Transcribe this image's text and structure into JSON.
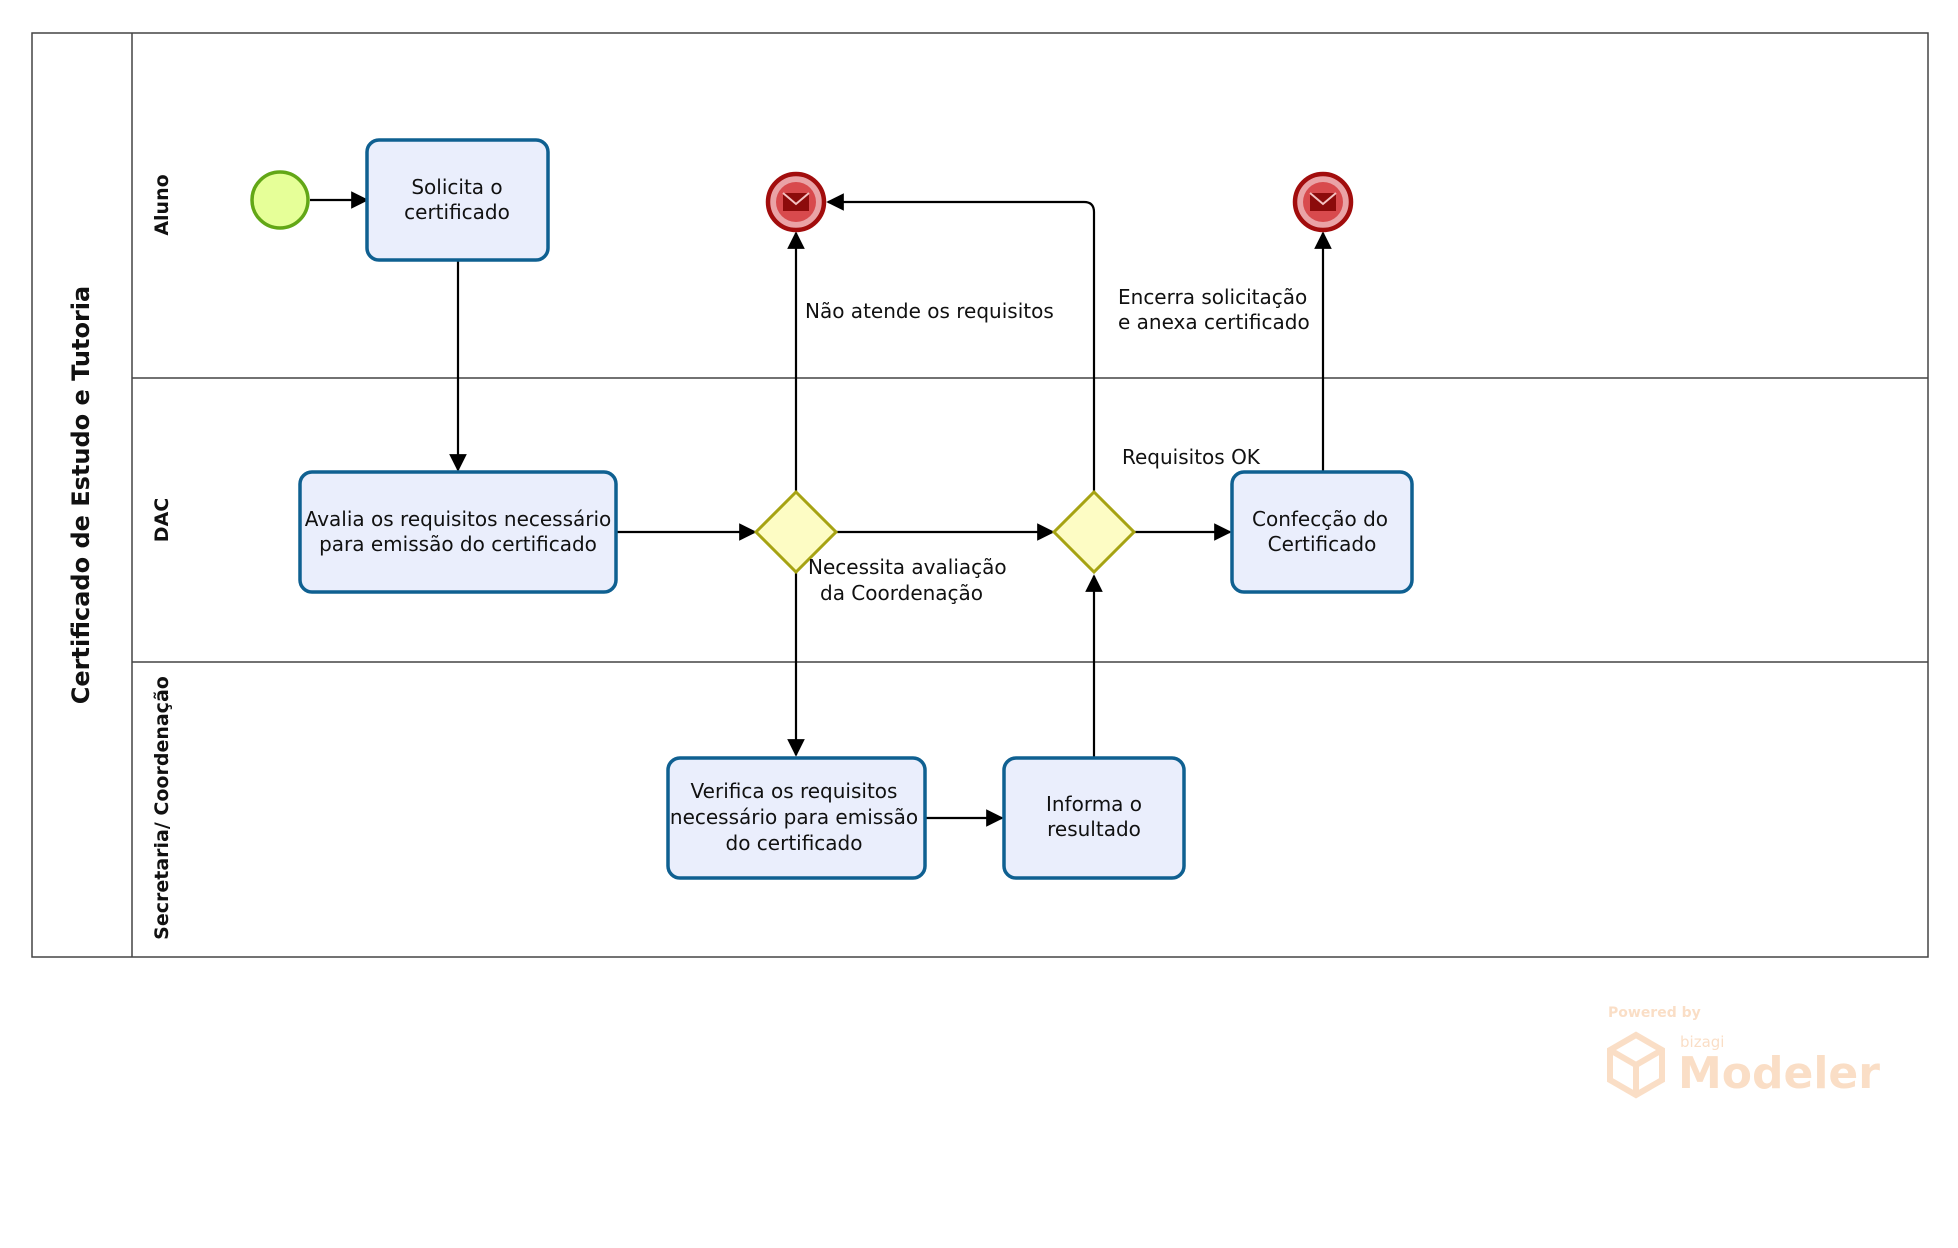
{
  "pool": {
    "title": "Certificado de Estudo e Tutoria"
  },
  "lanes": [
    {
      "name": "Aluno"
    },
    {
      "name": "DAC"
    },
    {
      "name": "Secretaria/ Coordenação"
    }
  ],
  "tasks": {
    "solicita": [
      "Solicita o",
      "certificado"
    ],
    "avalia": [
      "Avalia os requisitos necessário",
      "para emissão do certificado"
    ],
    "confeccao": [
      "Confecção do",
      "Certificado"
    ],
    "verifica": [
      "Verifica os requisitos",
      "necessário para emissão",
      "do certificado"
    ],
    "informa": [
      "Informa o",
      "resultado"
    ]
  },
  "flow_labels": {
    "nao_atende": "Não atende os requisitos",
    "encerra": [
      "Encerra solicitação",
      "e anexa certificado"
    ],
    "requisitos_ok": "Requisitos OK",
    "necessita": [
      "Necessita avaliação",
      "da Coordenação"
    ]
  },
  "watermark": {
    "powered": "Powered by",
    "brand": "bizagi",
    "product": "Modeler"
  },
  "colors": {
    "start_fill": "#e6ff98",
    "start_stroke": "#62a716",
    "end_fill": "#eaa3a6",
    "end_stroke": "#a20d0d",
    "task_fill": "#eaeefc",
    "task_stroke": "#0f6091",
    "gateway_fill": "#fdfcc4",
    "gateway_stroke": "#a6a313"
  }
}
